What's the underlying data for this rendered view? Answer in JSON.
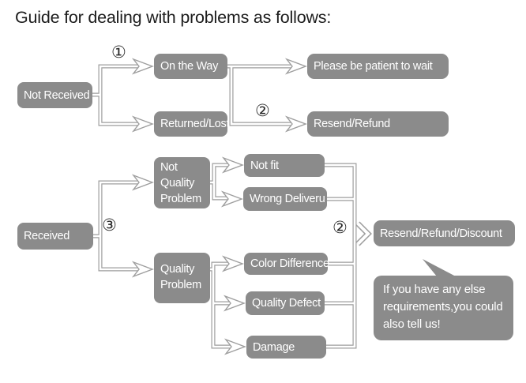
{
  "title": "Guide for dealing with problems as follows:",
  "steps": {
    "one": "①",
    "two_top": "②",
    "three": "③",
    "two_bottom": "②"
  },
  "nodes": {
    "not_received": "Not Received",
    "on_the_way": "On the Way",
    "returned_lost": "Returned/Lost",
    "be_patient": "Please be patient to wait",
    "resend_refund": "Resend/Refund",
    "received": "Received",
    "not_quality_problem": "Not\nQuality\nProblem",
    "quality_problem": "Quality\nProblem",
    "not_fit": "Not fit",
    "wrong_delivery": "Wrong Deliveru",
    "color_difference": "Color Difference",
    "quality_defect": "Quality Defect",
    "damage": "Damage",
    "resend_refund_discount": "Resend/Refund/Discount"
  },
  "callout": "If you have any else\nrequirements,you could\nalso tell us!",
  "colors": {
    "box": "#8b8b8b",
    "box_text": "#ffffff",
    "line": "#9e9e9e",
    "title_text": "#1c1c1c",
    "background": "#ffffff"
  }
}
